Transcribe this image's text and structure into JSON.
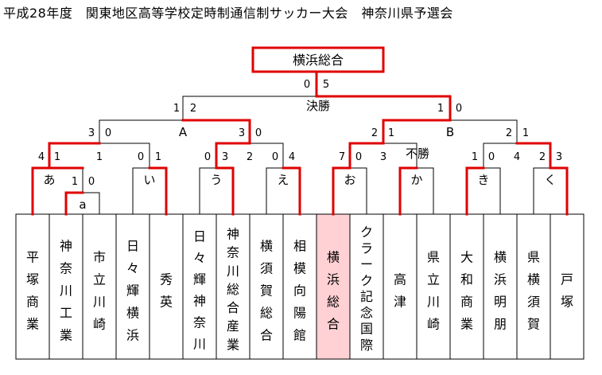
{
  "title": "平成28年度　関東地区高等学校定時制通信制サッカー大会　神奈川県予選会",
  "champion": "横浜総合",
  "final_label": "決勝",
  "third_place_label": "不勝",
  "group_labels": [
    "A",
    "B"
  ],
  "pool_labels": [
    "あ",
    "い",
    "う",
    "え",
    "お",
    "か",
    "き",
    "く",
    "a"
  ],
  "scores": {
    "final": [
      "0",
      "5"
    ],
    "semis": [
      "1",
      "2",
      "1",
      "0"
    ],
    "quarters": [
      "3",
      "0",
      "3",
      "0",
      "2",
      "1",
      "2",
      "1"
    ],
    "round16": [
      "4",
      "1",
      "1",
      "0",
      "1",
      "0",
      "3",
      "2",
      "0",
      "4",
      "7",
      "0",
      "3",
      "1",
      "0",
      "4",
      "2",
      "3"
    ],
    "prelim": [
      "1",
      "0"
    ]
  },
  "teams": [
    {
      "name": "平塚商業",
      "highlight": false
    },
    {
      "name": "神奈川工業",
      "highlight": false
    },
    {
      "name": "市立川崎",
      "highlight": false
    },
    {
      "name": "日々輝横浜",
      "highlight": false
    },
    {
      "name": "秀英",
      "highlight": false
    },
    {
      "name": "日々輝神奈川",
      "highlight": false
    },
    {
      "name": "神奈川総合産業",
      "highlight": false
    },
    {
      "name": "横須賀総合",
      "highlight": false
    },
    {
      "name": "相模向陽館",
      "highlight": false
    },
    {
      "name": "横浜総合",
      "highlight": true
    },
    {
      "name": "クラーク記念国際",
      "highlight": false
    },
    {
      "name": "高津",
      "highlight": false
    },
    {
      "name": "県立川崎",
      "highlight": false
    },
    {
      "name": "大和商業",
      "highlight": false
    },
    {
      "name": "横浜明朋",
      "highlight": false
    },
    {
      "name": "県横須賀",
      "highlight": false
    },
    {
      "name": "戸塚",
      "highlight": false
    }
  ],
  "colors": {
    "winner_line": "#e00000",
    "highlight_fill": "#ffd0d4",
    "line": "#000000"
  }
}
